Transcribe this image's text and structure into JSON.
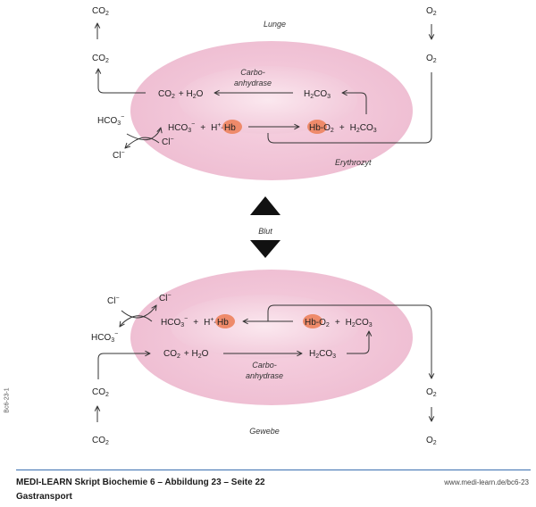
{
  "colors": {
    "outer_cell": "#f3c4d8",
    "inner_cell": "#f8dde8",
    "hb_highlight": "#ee8a6a",
    "arrow": "#333333",
    "footer_rule": "#3a6fb0"
  },
  "top_panel": {
    "region_label": "Lunge",
    "cell_label": "Erythrozyt",
    "enzyme_line1": "Carbo-",
    "enzyme_line2": "anhydrase",
    "outside_left": {
      "co2_top": "CO",
      "co2_mid": "CO",
      "sub2": "2",
      "hco3": "HCO",
      "hco3_sub": "3",
      "minus": "−",
      "cl_out": "Cl",
      "cl_in": "Cl"
    },
    "outside_right": {
      "o2_top": "O",
      "o2_mid": "O",
      "sub2": "2"
    },
    "row1": {
      "co2": "CO",
      "plus": "+ H",
      "h2o_tail": "O",
      "h2co3_h": "H",
      "h2co3_co": "CO",
      "sub2": "2",
      "sub3": "3"
    },
    "row2": {
      "hco3": "HCO",
      "sub3": "3",
      "minus": "−",
      "plus": "+",
      "h": "H",
      "sup_plus": "+",
      "hb": "Hb",
      "hbo2_hb": "Hb",
      "hbo2_o": "-O",
      "sub2": "2",
      "plus2": "+",
      "h2co3_h": "H",
      "h2co3_co": "CO"
    }
  },
  "middle": {
    "label": "Blut",
    "up_icon": "triangle-up",
    "down_icon": "triangle-down"
  },
  "bottom_panel": {
    "region_label": "Gewebe",
    "enzyme_line1": "Carbo-",
    "enzyme_line2": "anhydrase",
    "outside_left": {
      "co2_bottom": "CO",
      "co2_mid": "CO",
      "sub2": "2",
      "hco3": "HCO",
      "hco3_sub": "3",
      "minus": "−",
      "cl_out": "Cl",
      "cl_in": "Cl"
    },
    "outside_right": {
      "o2_mid": "O",
      "o2_bottom": "O",
      "sub2": "2"
    }
  },
  "footer": {
    "title": "MEDI-LEARN Skript Biochemie 6 – Abbildung 23 – Seite 22",
    "subtitle": "Gastransport",
    "url": "www.medi-learn.de/bc6-23",
    "side_code": "Bc6-23-1"
  }
}
